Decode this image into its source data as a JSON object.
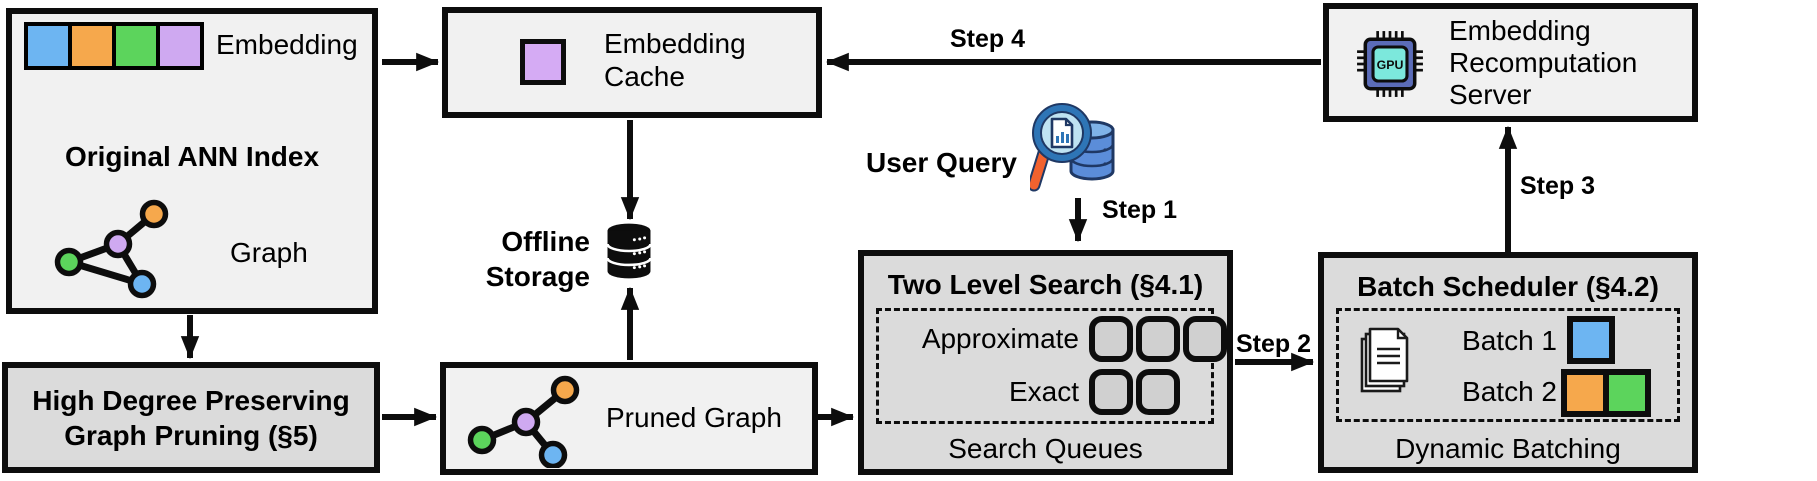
{
  "figure": {
    "boxes": {
      "original_ann_index": {
        "title": "Original ANN Index",
        "embedding_label": "Embedding",
        "graph_label": "Graph"
      },
      "embedding_cache": {
        "label": "Embedding Cache"
      },
      "offline_storage": {
        "label": "Offline Storage"
      },
      "pruned_graph": {
        "label": "Pruned Graph"
      },
      "graph_pruning": {
        "label": "High Degree Preserving Graph Pruning (§5)"
      },
      "two_level_search": {
        "title": "Two Level Search (§4.1)",
        "approximate_label": "Approximate",
        "exact_label": "Exact",
        "approximate_slots": 3,
        "exact_slots": 2,
        "footer": "Search Queues"
      },
      "batch_scheduler": {
        "title": "Batch Scheduler (§4.2)",
        "batch1_label": "Batch 1",
        "batch2_label": "Batch 2",
        "footer": "Dynamic Batching"
      },
      "recomputation_server": {
        "label": "Embedding Recomputation Server",
        "chip_label": "GPU"
      }
    },
    "annotations": {
      "user_query": "User Query",
      "step1": "Step 1",
      "step2": "Step 2",
      "step3": "Step 3",
      "step4": "Step 4"
    },
    "colors": {
      "embedding_blue": "#6db5f2",
      "embedding_orange": "#f6a84c",
      "embedding_green": "#5cd45c",
      "embedding_purple": "#cfa9f1",
      "cache_purple": "#d5abf4",
      "box_light_fill": "#f1f1f1",
      "box_dark_fill": "#dbdbdb",
      "line_black": "#0d0d0d",
      "gpu_chip_body": "#5b6cb8",
      "gpu_chip_screen": "#7ce8dc",
      "magnifier_rim": "#2e75b6",
      "magnifier_lens": "#bfe3f2",
      "magnifier_handle": "#f2622e",
      "query_db_blue": "#5b8dd9"
    }
  }
}
